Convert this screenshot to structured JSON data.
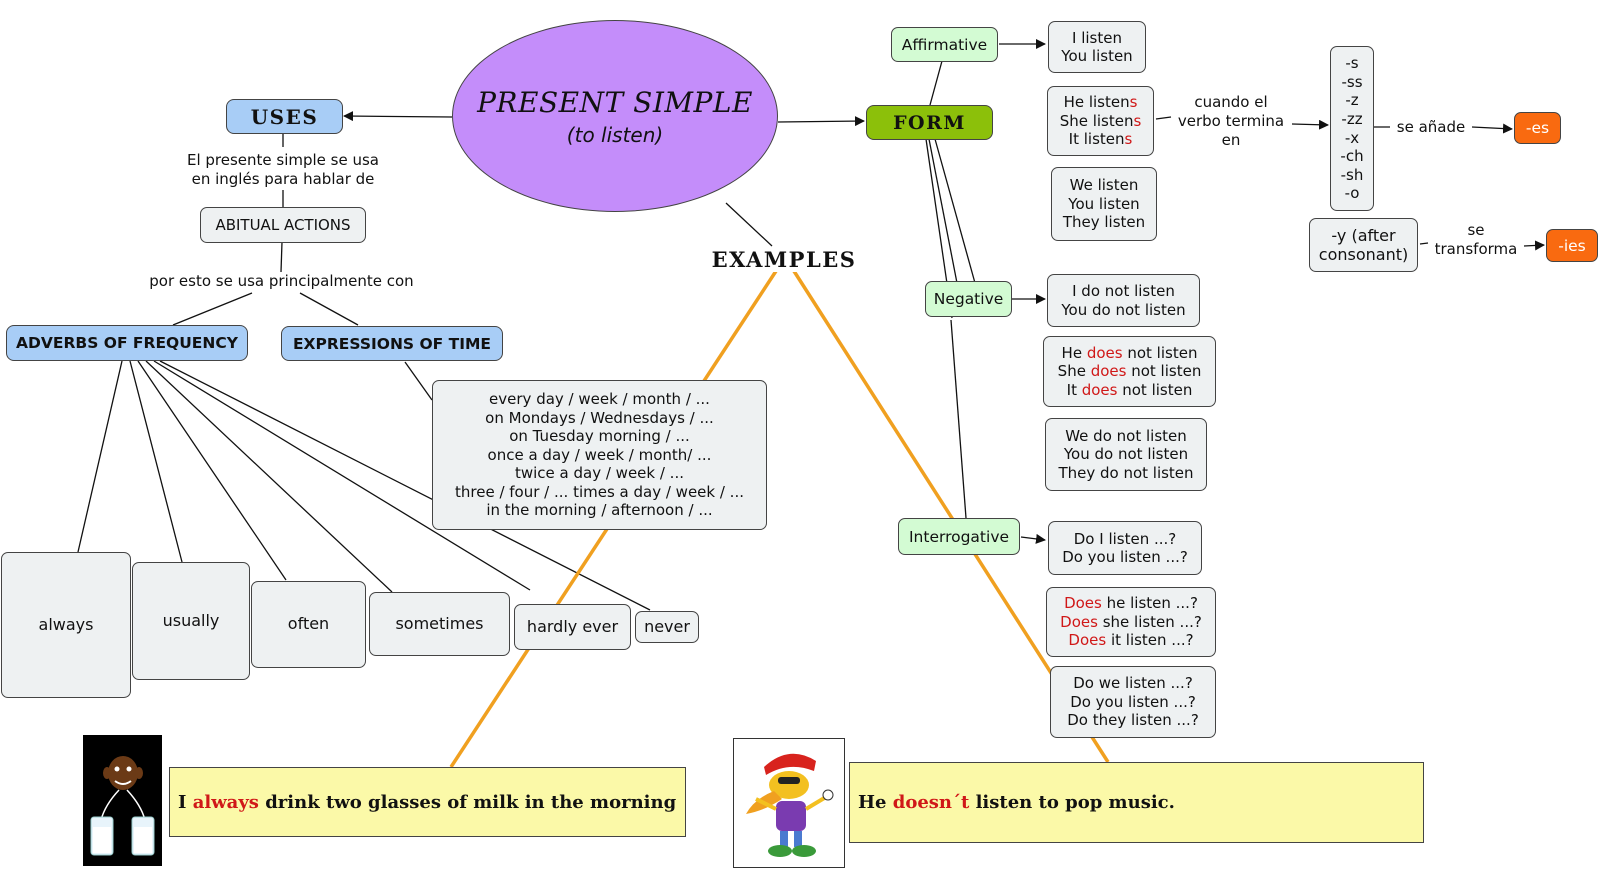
{
  "title": {
    "main": "PRESENT SIMPLE",
    "sub": "(to listen)"
  },
  "uses": {
    "heading": "USES",
    "link1": [
      "El presente simple se usa",
      "en inglés para hablar de"
    ],
    "habitual": "ABITUAL ACTIONS",
    "link2": "por esto se usa principalmente con",
    "adverbs_heading": "ADVERBS OF FREQUENCY",
    "expressions_heading": "EXPRESSIONS OF TIME",
    "adverbs": [
      "always",
      "usually",
      "often",
      "sometimes",
      "hardly ever",
      "never"
    ],
    "expressions": [
      "every day / week / month / ...",
      "on Mondays / Wednesdays / ...",
      "on Tuesday morning / ...",
      "once a day / week / month/ ...",
      "twice a day / week / ...",
      "three / four / ... times a day / week / ...",
      "in the morning / afternoon / ..."
    ]
  },
  "examples_heading": "EXAMPLES",
  "form": {
    "heading": "FORM",
    "affirmative": {
      "label": "Affirmative",
      "box1": [
        "I listen",
        "You listen"
      ],
      "box2": [
        {
          "pre": "He listen",
          "hl": "s",
          "post": ""
        },
        {
          "pre": "She listen",
          "hl": "s",
          "post": ""
        },
        {
          "pre": "It listen",
          "hl": "s",
          "post": ""
        }
      ],
      "box3": [
        "We listen",
        "You listen",
        "They listen"
      ]
    },
    "negative": {
      "label": "Negative",
      "box1": [
        "I do not listen",
        "You do not listen"
      ],
      "box2": [
        {
          "pre": "He ",
          "hl": "does",
          "post": " not listen"
        },
        {
          "pre": "She ",
          "hl": "does",
          "post": " not listen"
        },
        {
          "pre": "It ",
          "hl": "does",
          "post": " not listen"
        }
      ],
      "box3": [
        "We do not listen",
        "You do not listen",
        "They do not listen"
      ]
    },
    "interrogative": {
      "label": "Interrogative",
      "box1": [
        "Do I listen ...?",
        "Do you listen ...?"
      ],
      "box2": [
        {
          "pre": "",
          "hl": "Does",
          "post": " he listen ...?"
        },
        {
          "pre": "",
          "hl": "Does",
          "post": " she listen ...?"
        },
        {
          "pre": "",
          "hl": "Does",
          "post": " it listen ...?"
        }
      ],
      "box3": [
        "Do we listen ...?",
        "Do you listen ...?",
        "Do they listen ...?"
      ]
    },
    "spelling": {
      "when_text": [
        "cuando el",
        "verbo termina",
        "en"
      ],
      "endings": [
        "-s",
        "-ss",
        "-z",
        "-zz",
        "-x",
        "-ch",
        "-sh",
        "-o"
      ],
      "add_text": "se añade",
      "es": "-es",
      "y_box": [
        "-y (after",
        "consonant)"
      ],
      "transform_text": [
        "se",
        "transforma"
      ],
      "ies": "-ies"
    }
  },
  "example_sentences": {
    "one": {
      "pre": "I ",
      "hl": "always",
      "post": " drink two glasses of milk in the morning"
    },
    "two": {
      "pre": "He ",
      "hl": "doesn´t",
      "post": " listen to pop music."
    }
  },
  "colors": {
    "ellipse": "#c48dfa",
    "uses_boxes": "#a8cdf6",
    "form": "#8cc00a",
    "form_labels": "#d3fbd3",
    "endings": "#f96a10",
    "sentence_bg": "#fbf9a8",
    "example_lines": "#f0a020",
    "highlight": "#d01818"
  }
}
